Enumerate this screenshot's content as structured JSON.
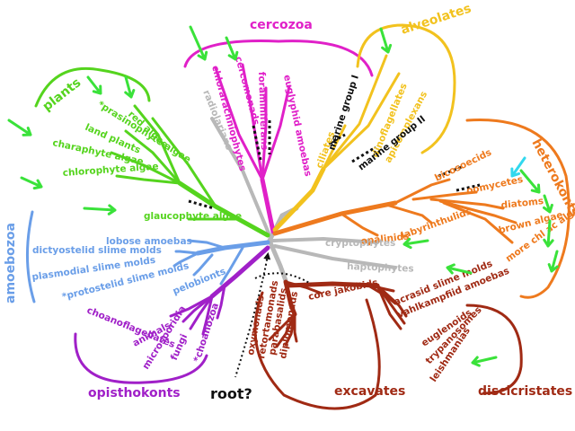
{
  "colors": {
    "cercozoa": "#e020c8",
    "alveolates": "#f2c21e",
    "heterokonts": "#ee7a1e",
    "plants": "#55d41e",
    "amoebozoa": "#6a9ee8",
    "opisthokonts": "#a020c8",
    "excavates": "#a02a14",
    "gray": "#b8b8b8",
    "arrow": "#3ae23a",
    "arrow_cyan": "#32d8ee",
    "root": "#111111"
  },
  "groups": {
    "cercozoa": "cercozoa",
    "alveolates": "alveolates",
    "heterokonts": "heterokonts",
    "plants": "plants",
    "amoebozoa": "amoebozoa",
    "opisthokonts": "opisthokonts",
    "excavates": "excavates",
    "discicristates": "discicristates",
    "root": "root?"
  },
  "leaves": {
    "chlorarachniophytes": "chlorarachniophytes",
    "cercomonads": "cercomonads",
    "foraminiferans": "foraminiferans",
    "euglyphid_amoebas": "euglyphid amoebas",
    "radiolarians": "radiolarians",
    "ciliates": "ciliates",
    "marine_group_1": "marine group I",
    "dinoflagellates": "dinoflagellates",
    "apicomplexans": "apicomplexans",
    "marine_group_2": "marine group II",
    "bicosoecids": "bicosoecids",
    "oomycetes": "oomycetes",
    "diatoms": "diatoms",
    "brown_algae": "brown algae",
    "more_chl_ac_algae": "more chl ac algae",
    "opalinids": "opalinids",
    "labyrinthulids": "labyrinthulids",
    "prasinophyte_algae": "*prasinophyte algae",
    "land_plants": "land plants",
    "charaphyte_algae": "charaphyte algae",
    "red_algae": "red algae",
    "chlorophyte_algae": "chlorophyte algae",
    "glaucophyte_algae": "glaucophyte algae",
    "cryptophytes": "cryptophytes",
    "haptophytes": "haptophytes",
    "lobose_amoebas": "lobose amoebas",
    "dictyostelid_slime_molds": "dictyostelid slime molds",
    "plasmodial_slime_molds": "plasmodial slime molds",
    "protostelid_slime_molds": "*protostelid slime molds",
    "pelobionts": "pelobionts",
    "choanoflagellates": "choanoflagellates",
    "animals": "animals",
    "microsporidia": "microsporidia",
    "fungi": "fungi",
    "choanozoa": "*choanozoa",
    "core_jakobids": "core jakobids",
    "diplomonads": "diplomonads",
    "parabasalids": "parabasalids",
    "retortamonads": "retortamonads",
    "oxymonads": "oxymonads",
    "acrasid_slime_molds": "acrasid slime molds",
    "vahlkampfiid_amoebas": "vahlkampfiid amoebas",
    "euglenoids": "euglenoids",
    "trypanosomes": "trypanosomes",
    "leishmanias": "leishmanias"
  }
}
